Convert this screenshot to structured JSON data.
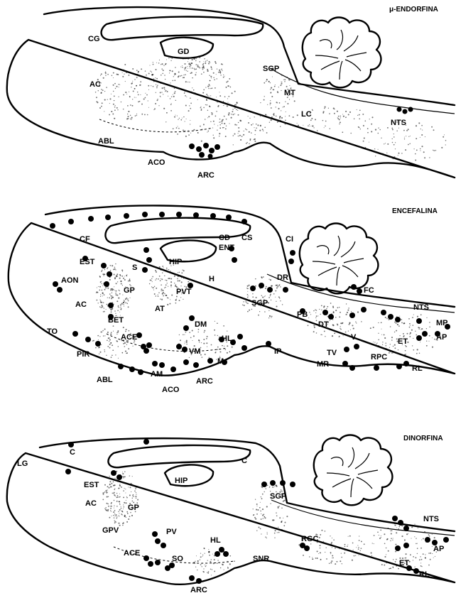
{
  "panels": [
    {
      "title": "μ-ENDORFINA",
      "labels": [
        "CG",
        "GD",
        "AC",
        "SGP",
        "MT",
        "LC",
        "NTS",
        "ABL",
        "ACO",
        "ARC"
      ]
    },
    {
      "title": "ENCEFALINA",
      "labels": [
        "CF",
        "CD",
        "ENT",
        "CS",
        "CI",
        "EST",
        "S",
        "HIP",
        "H",
        "AON",
        "GP",
        "PVT",
        "DR",
        "FC",
        "AC",
        "BET",
        "AT",
        "SGP",
        "PB",
        "DT",
        "NTS",
        "MP",
        "AP",
        "DM",
        "ET",
        "TO",
        "ACE",
        "HL",
        "V",
        "PIR",
        "VM",
        "IP",
        "TV",
        "RPC",
        "ABL",
        "AM",
        "M",
        "MR",
        "RL",
        "ACO",
        "ARC"
      ]
    },
    {
      "title": "DINORFINA",
      "labels": [
        "LG",
        "C",
        "C",
        "HIP",
        "EST",
        "AC",
        "GP",
        "SGP",
        "NTS",
        "GPV",
        "PV",
        "RGC",
        "AP",
        "HL",
        "ACE",
        "SO",
        "SNR",
        "ET",
        "RL",
        "ARC"
      ]
    }
  ]
}
